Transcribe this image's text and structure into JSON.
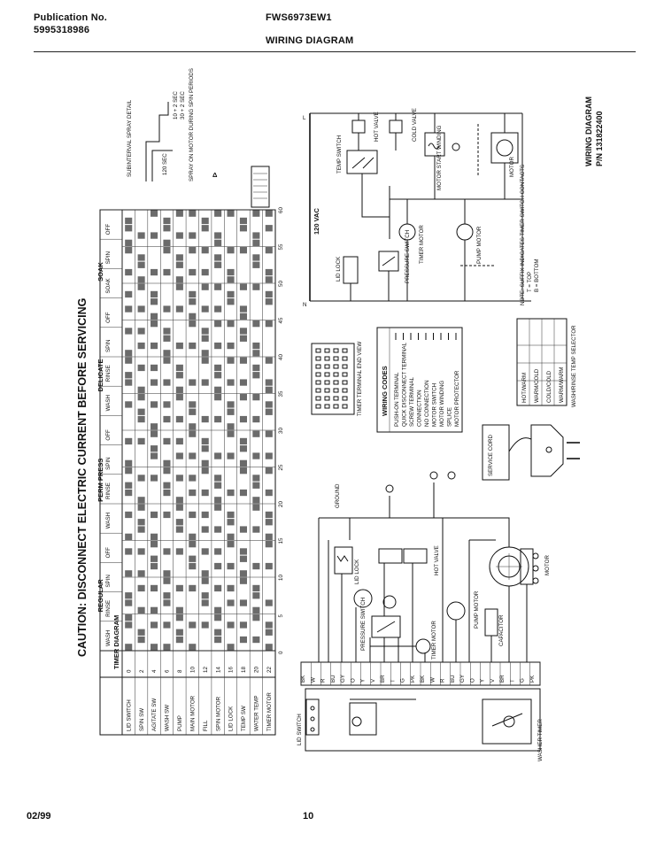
{
  "header": {
    "publication_label": "Publication No.",
    "publication_number": "5995318986",
    "model": "FWS6973EW1",
    "title": "WIRING DIAGRAM"
  },
  "footer": {
    "date": "02/99",
    "page": "10"
  },
  "caution": "CAUTION: DISCONNECT ELECTRIC CURRENT BEFORE SERVICING",
  "diagram_title": "WIRING DIAGRAM",
  "part_number": "P/N 131822400",
  "timer_chart": {
    "label": "TIMER DIAGRAM",
    "section_headers": [
      "REGULAR",
      "PERM PRESS",
      "DELICATE",
      "SOAK"
    ],
    "step_headers": [
      "WASH",
      "RINSE",
      "SPIN",
      "OFF",
      "WASH",
      "RINSE",
      "SPIN",
      "OFF",
      "WASH",
      "RINSE",
      "SPIN",
      "OFF",
      "SOAK",
      "SPIN",
      "OFF"
    ],
    "circuits": [
      "LID SWITCH",
      "SPIN SW",
      "AGITATE SW",
      "WASH SW",
      "PUMP",
      "MAIN MOTOR",
      "FILL",
      "SPIN MOTOR",
      "LID LOCK",
      "TEMP SW",
      "WATER TEMP",
      "TIMER MOTOR"
    ],
    "circuit_numbers": [
      "0",
      "2",
      "4",
      "6",
      "8",
      "10",
      "12",
      "14",
      "16",
      "18",
      "20",
      "22"
    ],
    "tick_labels": [
      "0",
      "5",
      "10",
      "15",
      "20",
      "25",
      "30",
      "35",
      "40",
      "45",
      "50",
      "55",
      "60"
    ]
  },
  "spray_detail": {
    "title": "SUBINTERVAL SPRAY DETAIL",
    "seq_top": "10 + 2 SEC",
    "seq_mid": "30 + 2 SEC",
    "seq_bottom": "120 SEC",
    "note": "SPRAY ON MOTOR DURING SPIN PERIODS"
  },
  "schematic": {
    "voltage": "120 VAC",
    "labels": {
      "temp_switch": "TEMP SWITCH",
      "hot_valve": "HOT VALVE",
      "cold_valve": "COLD VALVE",
      "lid_lock": "LID LOCK",
      "pressure_switch": "PRESSURE SWITCH",
      "timer_motor": "TIMER MOTOR",
      "pump_motor": "PUMP MOTOR",
      "motor_start": "MOTOR START WINDING",
      "motor": "MOTOR",
      "service_cord": "SERVICE CORD",
      "ground": "GROUND",
      "washer_timer": "WASHER TIMER",
      "capacitor": "CAPACITOR",
      "lid_switch": "LID SWITCH"
    },
    "note_timer": "NOTE: SUFFIX INDICATES TIMER SWITCH CONTACTS",
    "note_t": "T = TOP",
    "note_b": "B = BOTTOM"
  },
  "wiring_codes": {
    "title": "WIRING CODES",
    "items": [
      "PUSH-ON TERMINAL",
      "QUICK DISCONNECT TERMINAL",
      "SCREW TERMINAL",
      "CONNECTION",
      "NO CONNECTION",
      "MOTOR SWITCH",
      "MOTOR WINDING",
      "SPLICE",
      "MOTOR PROTECTOR"
    ]
  },
  "wash_temp_table": {
    "title": "WASH/RINSE TEMP SELECTOR",
    "rows": [
      "HOT/WARM",
      "WARM/COLD",
      "COLD/COLD",
      "WARM/WARM"
    ]
  },
  "timer_terminal": {
    "title": "TIMER TERMINAL END VIEW"
  },
  "wire_labels": [
    "BK",
    "W",
    "R",
    "BU",
    "GY",
    "O",
    "Y",
    "V",
    "BR",
    "T",
    "G",
    "PK"
  ]
}
